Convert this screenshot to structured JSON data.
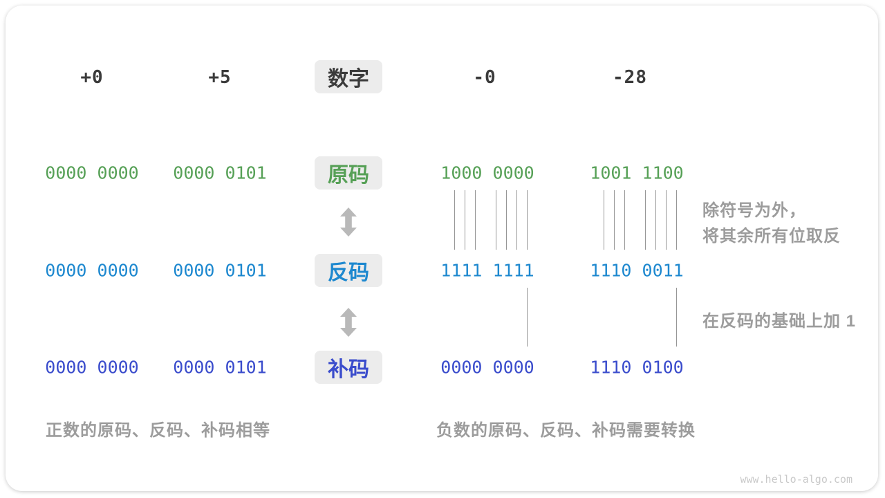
{
  "figure": {
    "header": {
      "col1": "+0",
      "col2": "+5",
      "badge": "数字",
      "col3": "-0",
      "col4": "-28"
    },
    "rows": [
      {
        "name": "sign-magnitude",
        "badge": "原码",
        "color": "#56a056",
        "values": [
          "0000 0000",
          "0000 0101",
          "1000 0000",
          "1001 1100"
        ]
      },
      {
        "name": "ones-complement",
        "badge": "反码",
        "color": "#1d88cf",
        "values": [
          "0000 0000",
          "0000 0101",
          "1111 1111",
          "1110 0011"
        ]
      },
      {
        "name": "twos-complement",
        "badge": "补码",
        "color": "#3a4ccc",
        "values": [
          "0000 0000",
          "0000 0101",
          "0000 0000",
          "1110 0100"
        ]
      }
    ],
    "annotations": {
      "invert_line1": "除符号为外，",
      "invert_line2": "将其余所有位取反",
      "add_one": "在反码的基础上加 1"
    },
    "captions": {
      "positive": "正数的原码、反码、补码相等",
      "negative": "负数的原码、反码、补码需要转换"
    },
    "watermark": "www.hello-algo.com",
    "icons": {
      "transform_arrow": "up-down-arrow"
    },
    "colors": {
      "header_text": "#3b3b3b",
      "sign_magnitude": "#56a056",
      "ones_complement": "#1d88cf",
      "twos_complement": "#3a4ccc",
      "badge_background": "#ececec",
      "annotation_gray": "#9c9c9c",
      "tick_line": "#969696",
      "arrow_gray": "#b9b9b9",
      "watermark_gray": "#c9c9c9"
    }
  }
}
